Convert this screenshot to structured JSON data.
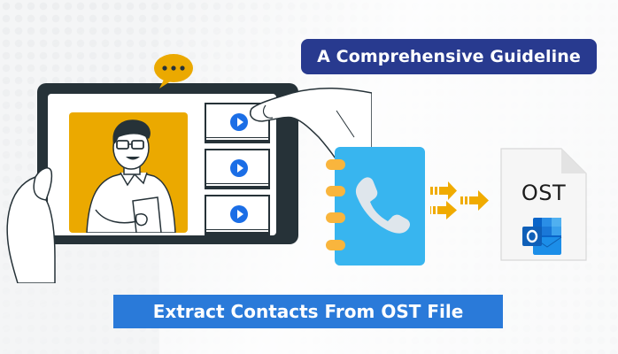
{
  "banner": {
    "subtitle": "A Comprehensive Guideline",
    "title": "Extract Contacts From OST File"
  },
  "illustration": {
    "tablet": {
      "presenter": "man-with-glasses-holding-paper",
      "speech_bubble": "...",
      "video_thumbnails": [
        {
          "icon": "play-icon"
        },
        {
          "icon": "play-icon"
        },
        {
          "icon": "play-icon"
        }
      ]
    },
    "contact_book": {
      "icon": "phone-icon"
    },
    "arrows": {
      "count": 3,
      "icon": "arrow-right-icon"
    },
    "file": {
      "label": "OST",
      "icon": "outlook-icon"
    }
  },
  "colors": {
    "subtitle_bg": "#283a8f",
    "title_bg": "#2a7ad9",
    "accent_yellow": "#eba900",
    "notebook_blue": "#38b5ef",
    "play_blue": "#1b6ee6",
    "ring_orange": "#f9b53d",
    "frame_dark": "#263238"
  }
}
